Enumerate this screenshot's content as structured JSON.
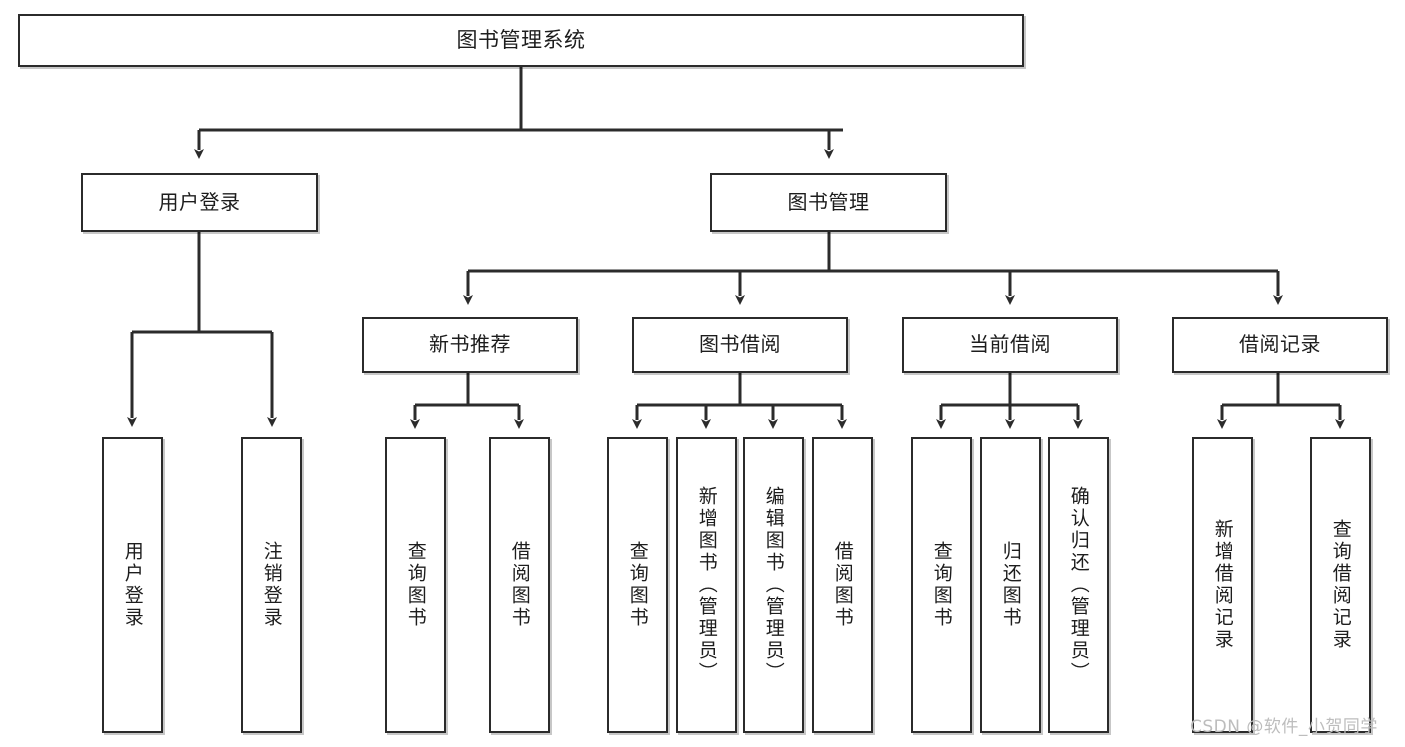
{
  "diagram": {
    "title": "图书管理系统",
    "type": "hierarchy-tree",
    "root": {
      "label": "图书管理系统"
    },
    "level2": [
      {
        "label": "用户登录"
      },
      {
        "label": "图书管理"
      }
    ],
    "level3": [
      {
        "label": "新书推荐"
      },
      {
        "label": "图书借阅"
      },
      {
        "label": "当前借阅"
      },
      {
        "label": "借阅记录"
      }
    ],
    "leaves": {
      "user_login": [
        {
          "label": "用户登录"
        },
        {
          "label": "注销登录"
        }
      ],
      "new_book_recommend": [
        {
          "label": "查询图书"
        },
        {
          "label": "借阅图书"
        }
      ],
      "book_borrow": [
        {
          "label": "查询图书"
        },
        {
          "label": "新增图书（管理员）"
        },
        {
          "label": "编辑图书（管理员）"
        },
        {
          "label": "借阅图书"
        }
      ],
      "current_borrow": [
        {
          "label": "查询图书"
        },
        {
          "label": "归还图书"
        },
        {
          "label": "确认归还（管理员）"
        }
      ],
      "borrow_record": [
        {
          "label": "新增借阅记录"
        },
        {
          "label": "查询借阅记录"
        }
      ]
    }
  },
  "watermark": {
    "text": "CSDN @软件_小贺同学"
  },
  "colors": {
    "border": "#2b2b2b",
    "text": "#1d1d1d",
    "background": "#ffffff",
    "watermark": "#bdbdbd"
  }
}
